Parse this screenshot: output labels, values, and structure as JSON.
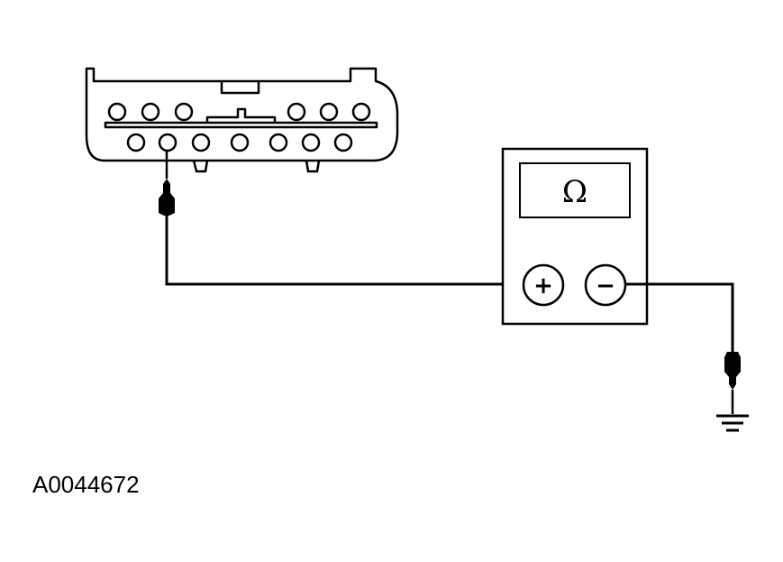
{
  "diagram": {
    "figure_id": "A0044672",
    "meter": {
      "display_symbol": "Ω",
      "positive_terminal_label": "+",
      "negative_terminal_label": "−"
    },
    "connector": {
      "top_row_pins": 6,
      "bottom_row_pins": 7
    },
    "colors": {
      "line": "#000000",
      "background": "#ffffff"
    }
  }
}
